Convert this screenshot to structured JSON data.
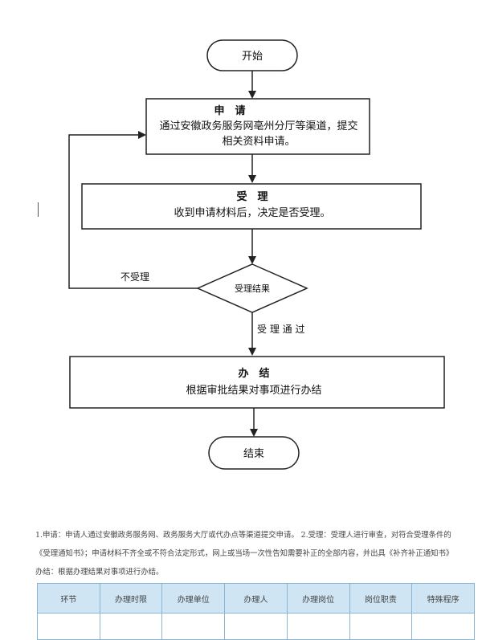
{
  "flowchart": {
    "nodes": {
      "start": "开始",
      "apply_title": "申　请",
      "apply_line1": "通过安徽政务服务网亳州分厅等渠道，提交",
      "apply_line2": "相关资料申请。",
      "accept_title": "受　理",
      "accept_line1": "收到申请材料后，决定是否受理。",
      "decision": "受理结果",
      "finish_title": "办　结",
      "finish_line1": "根据审批结果对事项进行办结",
      "end": "结束"
    },
    "edges": {
      "not_accepted": "不受理",
      "accepted": "受 理 通 过"
    }
  },
  "notes": {
    "line1": "1.申请：申请人通过安徽政务服务网、政务服务大厅或代办点等渠道提交申请。 2.受理：受理人进行审查，对符合受理条件的",
    "line2": "《受理通知书》；申请材料不齐全或不符合法定形式，网上或当场一次性告知需要补正的全部内容，并出具《补齐补正通知书》",
    "line3": "办结：根据办理结果对事项进行办结。"
  },
  "table": {
    "headers": [
      "环节",
      "办理时限",
      "办理单位",
      "办理人",
      "办理岗位",
      "岗位职责",
      "特殊程序"
    ]
  }
}
